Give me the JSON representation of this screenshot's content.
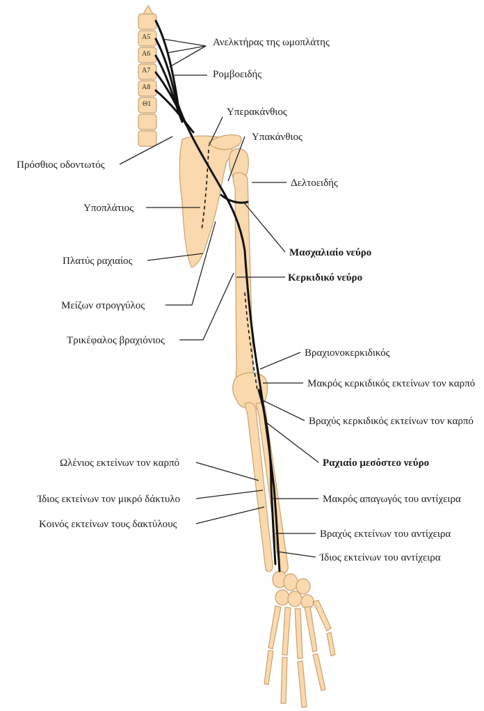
{
  "colors": {
    "bone": "#f9d9ad",
    "bone_stroke": "#c9a272",
    "nerve": "#111111",
    "leader": "#222222"
  },
  "vertebrae": [
    "Α5",
    "Α6",
    "Α7",
    "Α8",
    "Θ1"
  ],
  "labels": {
    "levator": "Ανελκτήρας της ωμοπλάτης",
    "rhomboid": "Ρομβοειδής",
    "supraspinatus": "Υπερακάνθιος",
    "infraspinatus": "Υπακάνθιος",
    "serratus": "Πρόσθιος οδοντωτός",
    "deltoid": "Δελτοειδής",
    "subscapularis": "Υποπλάτιος",
    "axillary_nerve": "Μασχαλιαίο νεύρο",
    "latissimus": "Πλατύς ραχιαίος",
    "radial_nerve": "Κερκιδικό νεύρο",
    "teres_major": "Μείζων στρογγύλος",
    "triceps": "Τρικέφαλος βραχιόνιος",
    "brachioradialis": "Βραχιονοκερκιδικός",
    "ecrl": "Μακρός κερκιδικός εκτείνων τον καρπό",
    "ecrb": "Βραχύς κερκιδικός εκτείνων τον καρπό",
    "ecu": "Ωλένιος εκτείνων τον καρπό",
    "pin": "Ραχιαίο μεσόστεο νεύρο",
    "edm": "Ίδιος εκτείνων τον μικρό δάκτυλο",
    "apl": "Μακρός απαγωγός του αντίχειρα",
    "edc": "Κοινός εκτείνων τους δακτύλους",
    "epb": "Βραχύς εκτείνων του αντίχειρα",
    "epl": "Ίδιος εκτείνων του αντίχειρα"
  }
}
